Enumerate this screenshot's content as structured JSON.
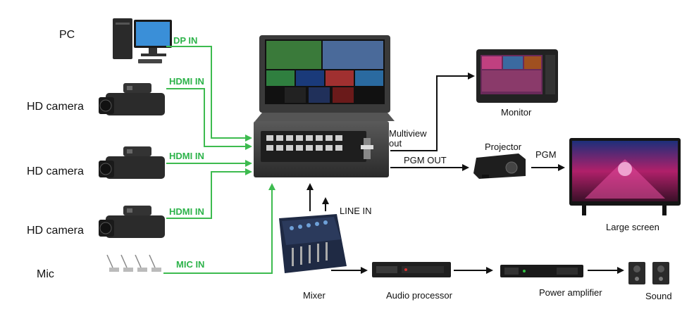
{
  "sources": {
    "pc": "PC",
    "camera1": "HD camera",
    "camera2": "HD camera",
    "camera3": "HD camera",
    "mic": "Mic"
  },
  "inputs": {
    "dp_in": "DP IN",
    "hdmi_in_1": "HDMI IN",
    "hdmi_in_2": "HDMI IN",
    "hdmi_in_3": "HDMI IN",
    "mic_in": "MIC IN",
    "line_in": "LINE IN"
  },
  "outputs": {
    "multiview_line1": "Multiview",
    "multiview_line2": "out",
    "pgm_out": "PGM OUT",
    "pgm": "PGM"
  },
  "devices": {
    "monitor": "Monitor",
    "projector": "Projector",
    "large_screen": "Large screen",
    "mixer": "Mixer",
    "audio_processor": "Audio processor",
    "power_amplifier": "Power amplifier",
    "sound": "Sound"
  },
  "colors": {
    "input_line": "#3dbb4f",
    "output_line": "#111111"
  }
}
